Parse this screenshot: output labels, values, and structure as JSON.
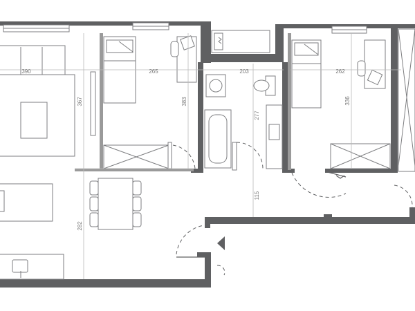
{
  "plan": {
    "dimensions": [
      {
        "id": "living-width",
        "label": "390"
      },
      {
        "id": "bedroom1-width",
        "label": "265"
      },
      {
        "id": "bathroom-width",
        "label": "203"
      },
      {
        "id": "bedroom2-width",
        "label": "262"
      },
      {
        "id": "living-depth",
        "label": "367"
      },
      {
        "id": "bedroom1-depth",
        "label": "383"
      },
      {
        "id": "bathroom-depth",
        "label": "277"
      },
      {
        "id": "bedroom2-depth",
        "label": "336"
      },
      {
        "id": "hall-depth",
        "label": "115"
      },
      {
        "id": "kitchen-depth",
        "label": "282"
      }
    ],
    "colors": {
      "wall": "#5f6062",
      "furniture_line": "#7d7e80",
      "dimension": "#b9b9b9"
    }
  }
}
